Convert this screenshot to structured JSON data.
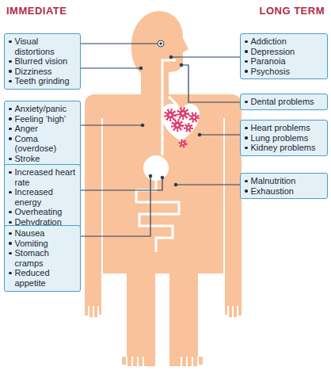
{
  "diagram": {
    "nodes": [
      {
        "text": [
          "Visual distortions",
          "Blurred vision",
          "Dizziness",
          "Teeth grinding"
        ]
      },
      {
        "text": [
          "Anxiety/panic",
          "Feeling ‘high’",
          "Anger",
          "Coma (overdose)",
          "Stroke"
        ]
      },
      {
        "text": [
          "Increased heart rate",
          "Increased energy",
          "Overheating",
          "Dehydration"
        ]
      },
      {
        "text": [
          "Nausea",
          "Vomiting",
          "Stomach cramps",
          "Reduced appetite"
        ]
      },
      {
        "text": [
          "Addiction",
          "Depression",
          "Paranoia",
          "Psychosis"
        ]
      },
      {
        "text": [
          "Dental problems"
        ]
      },
      {
        "text": [
          "Heart problems",
          "Lung problems",
          "Kidney problems"
        ]
      },
      {
        "text": [
          "Malnutrition",
          "Exhaustion"
        ]
      }
    ],
    "labels": [
      "IMMEDIATE",
      "LONG TERM"
    ]
  }
}
